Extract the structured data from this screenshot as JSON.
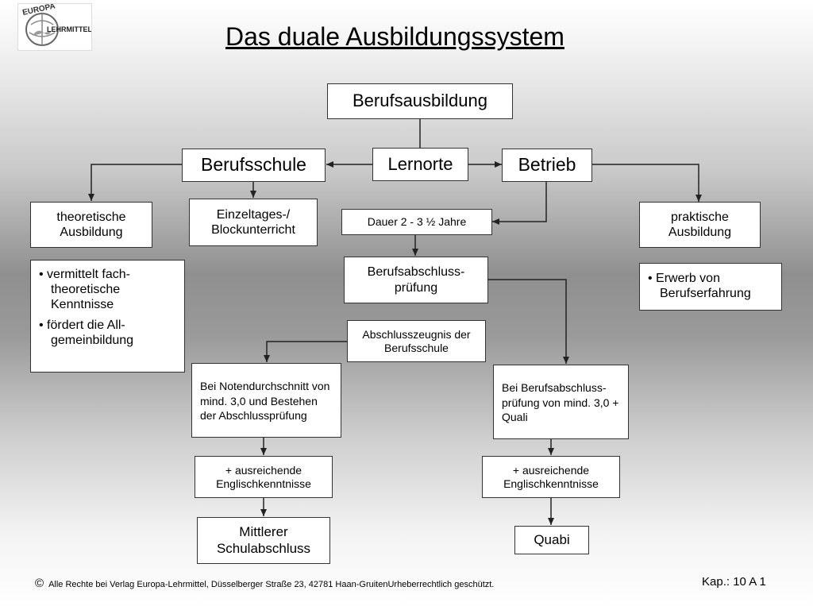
{
  "title": "Das duale Ausbildungssystem",
  "logo": {
    "line1": "EUROPA",
    "line2": "LEHRMITTEL"
  },
  "nodes": {
    "berufsausbildung": "Berufsausbildung",
    "lernorte": "Lernorte",
    "berufsschule": "Berufsschule",
    "betrieb": "Betrieb",
    "theoretische": "theoretische Ausbildung",
    "einzeltages": "Einzeltages-/ Blockunterricht",
    "dauer": "Dauer 2 - 3 ½ Jahre",
    "praktische": "praktische Ausbildung",
    "berufsabschluss": "Berufsabschluss- prüfung",
    "abschlusszeugnis": "Abschlusszeugnis der Berufsschule",
    "notendurchschnitt": "Bei Notendurchschnitt von mind. 3,0 und Bestehen der Abschlussprüfung",
    "berufsabschluss_quali": "Bei Berufsabschluss- prüfung von mind. 3,0 + Quali",
    "englisch_left": "+ ausreichende Englischkenntnisse",
    "englisch_right": "+ ausreichende Englischkenntnisse",
    "mittlerer": "Mittlerer Schulabschluss",
    "quabi": "Quabi"
  },
  "bullets_left": [
    "vermittelt fach- theoretische Kenntnisse",
    "fördert die All- gemeinbildung"
  ],
  "bullets_right": [
    "Erwerb von Berufserfahrung"
  ],
  "footer": {
    "copyright_symbol": "©",
    "text": "Alle Rechte bei Verlag Europa-Lehrmittel, Düsselberger Straße 23, 42781 Haan-GruitenUrheberrechtlich geschützt.",
    "kap": "Kap.: 10 A 1"
  }
}
